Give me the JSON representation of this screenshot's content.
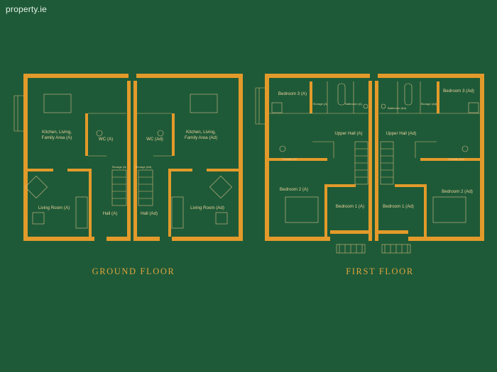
{
  "brand": {
    "logo_text": "property.ie"
  },
  "floors": [
    {
      "title": "GROUND FLOOR"
    },
    {
      "title": "FIRST FLOOR"
    }
  ],
  "ground_rooms": {
    "kitchen_a": [
      "Kitchen, Living,",
      "Family Area (A)"
    ],
    "kitchen_ad": [
      "Kitchen, Living,",
      "Family Area (Ad)"
    ],
    "wc_a": "WC (A)",
    "wc_ad": "WC (Ad)",
    "living_a": "Living Room (A)",
    "living_ad": "Living Room (Ad)",
    "hall_a": "Hall (A)",
    "hall_ad": "Hall (Ad)",
    "storage_a": "Storage (A)",
    "storage_ad": "Storage (Ad)"
  },
  "first_rooms": {
    "bed3_a": "Bedroom 3 (A)",
    "bed3_ad": "Bedroom 3 (Ad)",
    "storage_a": "Storage (A)",
    "storage_ad": "Storage (Ad)",
    "bath_a": "Bathroom (A)",
    "bath_ad": "Bathroom (Ad)",
    "upper_hall_a": "Upper Hall (A)",
    "upper_hall_ad": "Upper Hall (Ad)",
    "ensuite_a": "Ensuite (A)",
    "ensuite_ad": "Ensuite (Ad)",
    "bed2_a": "Bedroom 2 (A)",
    "bed2_ad": "Bedroom 2 (Ad)",
    "bed1_a": "Bedroom 1 (A)",
    "bed1_ad": "Bedroom 1 (Ad)"
  }
}
